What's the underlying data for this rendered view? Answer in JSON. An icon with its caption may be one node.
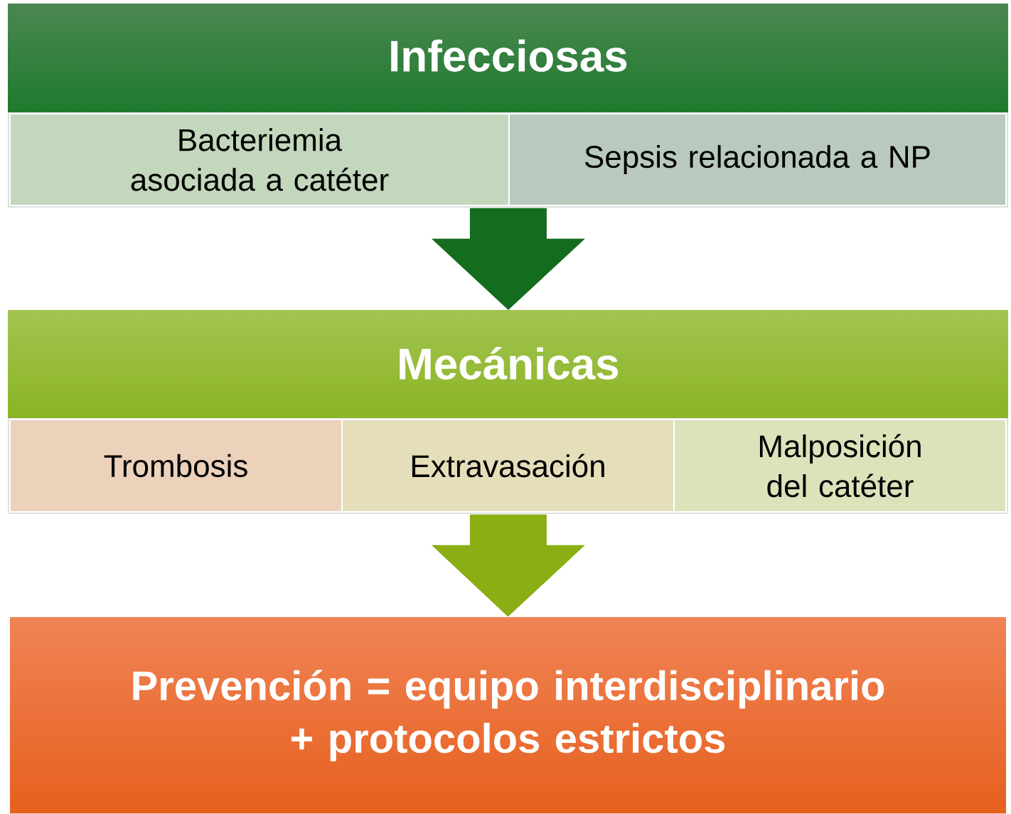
{
  "diagram": {
    "nodes": [
      {
        "text": [
          "Infecciosas"
        ]
      },
      {
        "text": [
          "Bacteriemia asociada a catéter"
        ]
      },
      {
        "text": [
          "Sepsis relacionada a NP"
        ]
      },
      {
        "text": [
          "Mecánicas"
        ]
      },
      {
        "text": [
          "Trombosis"
        ]
      },
      {
        "text": [
          "Extravasación"
        ]
      },
      {
        "text": [
          "Malposición del catéter"
        ]
      },
      {
        "text": [
          "Prevención = equipo interdisciplinario + protocolos estrictos"
        ]
      }
    ],
    "edges": [
      {
        "from": 0,
        "to": 3,
        "arrow": "to"
      },
      {
        "from": 3,
        "to": 7,
        "arrow": "to"
      }
    ]
  }
}
